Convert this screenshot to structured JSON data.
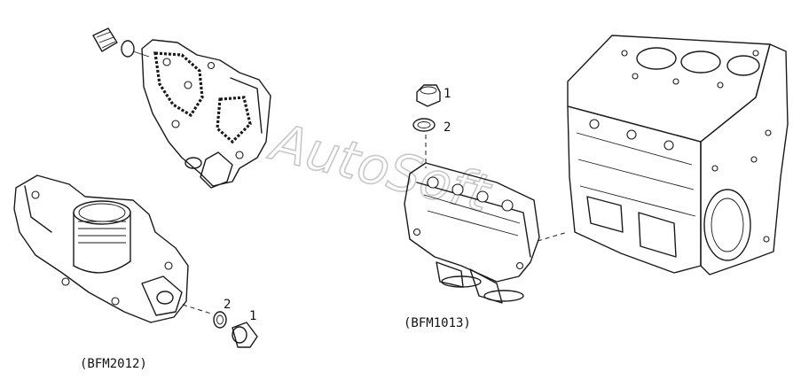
{
  "labels": {
    "bfm2012": "(BFM2012)",
    "bfm1013": "(BFM1013)",
    "bfm2012_callout_1": "1",
    "bfm2012_callout_2": "2",
    "bfm1013_callout_1": "1",
    "bfm1013_callout_2": "2"
  },
  "watermark": "AutoSoft",
  "colors": {
    "line": "#1a1a1a",
    "watermark": "#c8c8c8",
    "background": "#ffffff"
  }
}
